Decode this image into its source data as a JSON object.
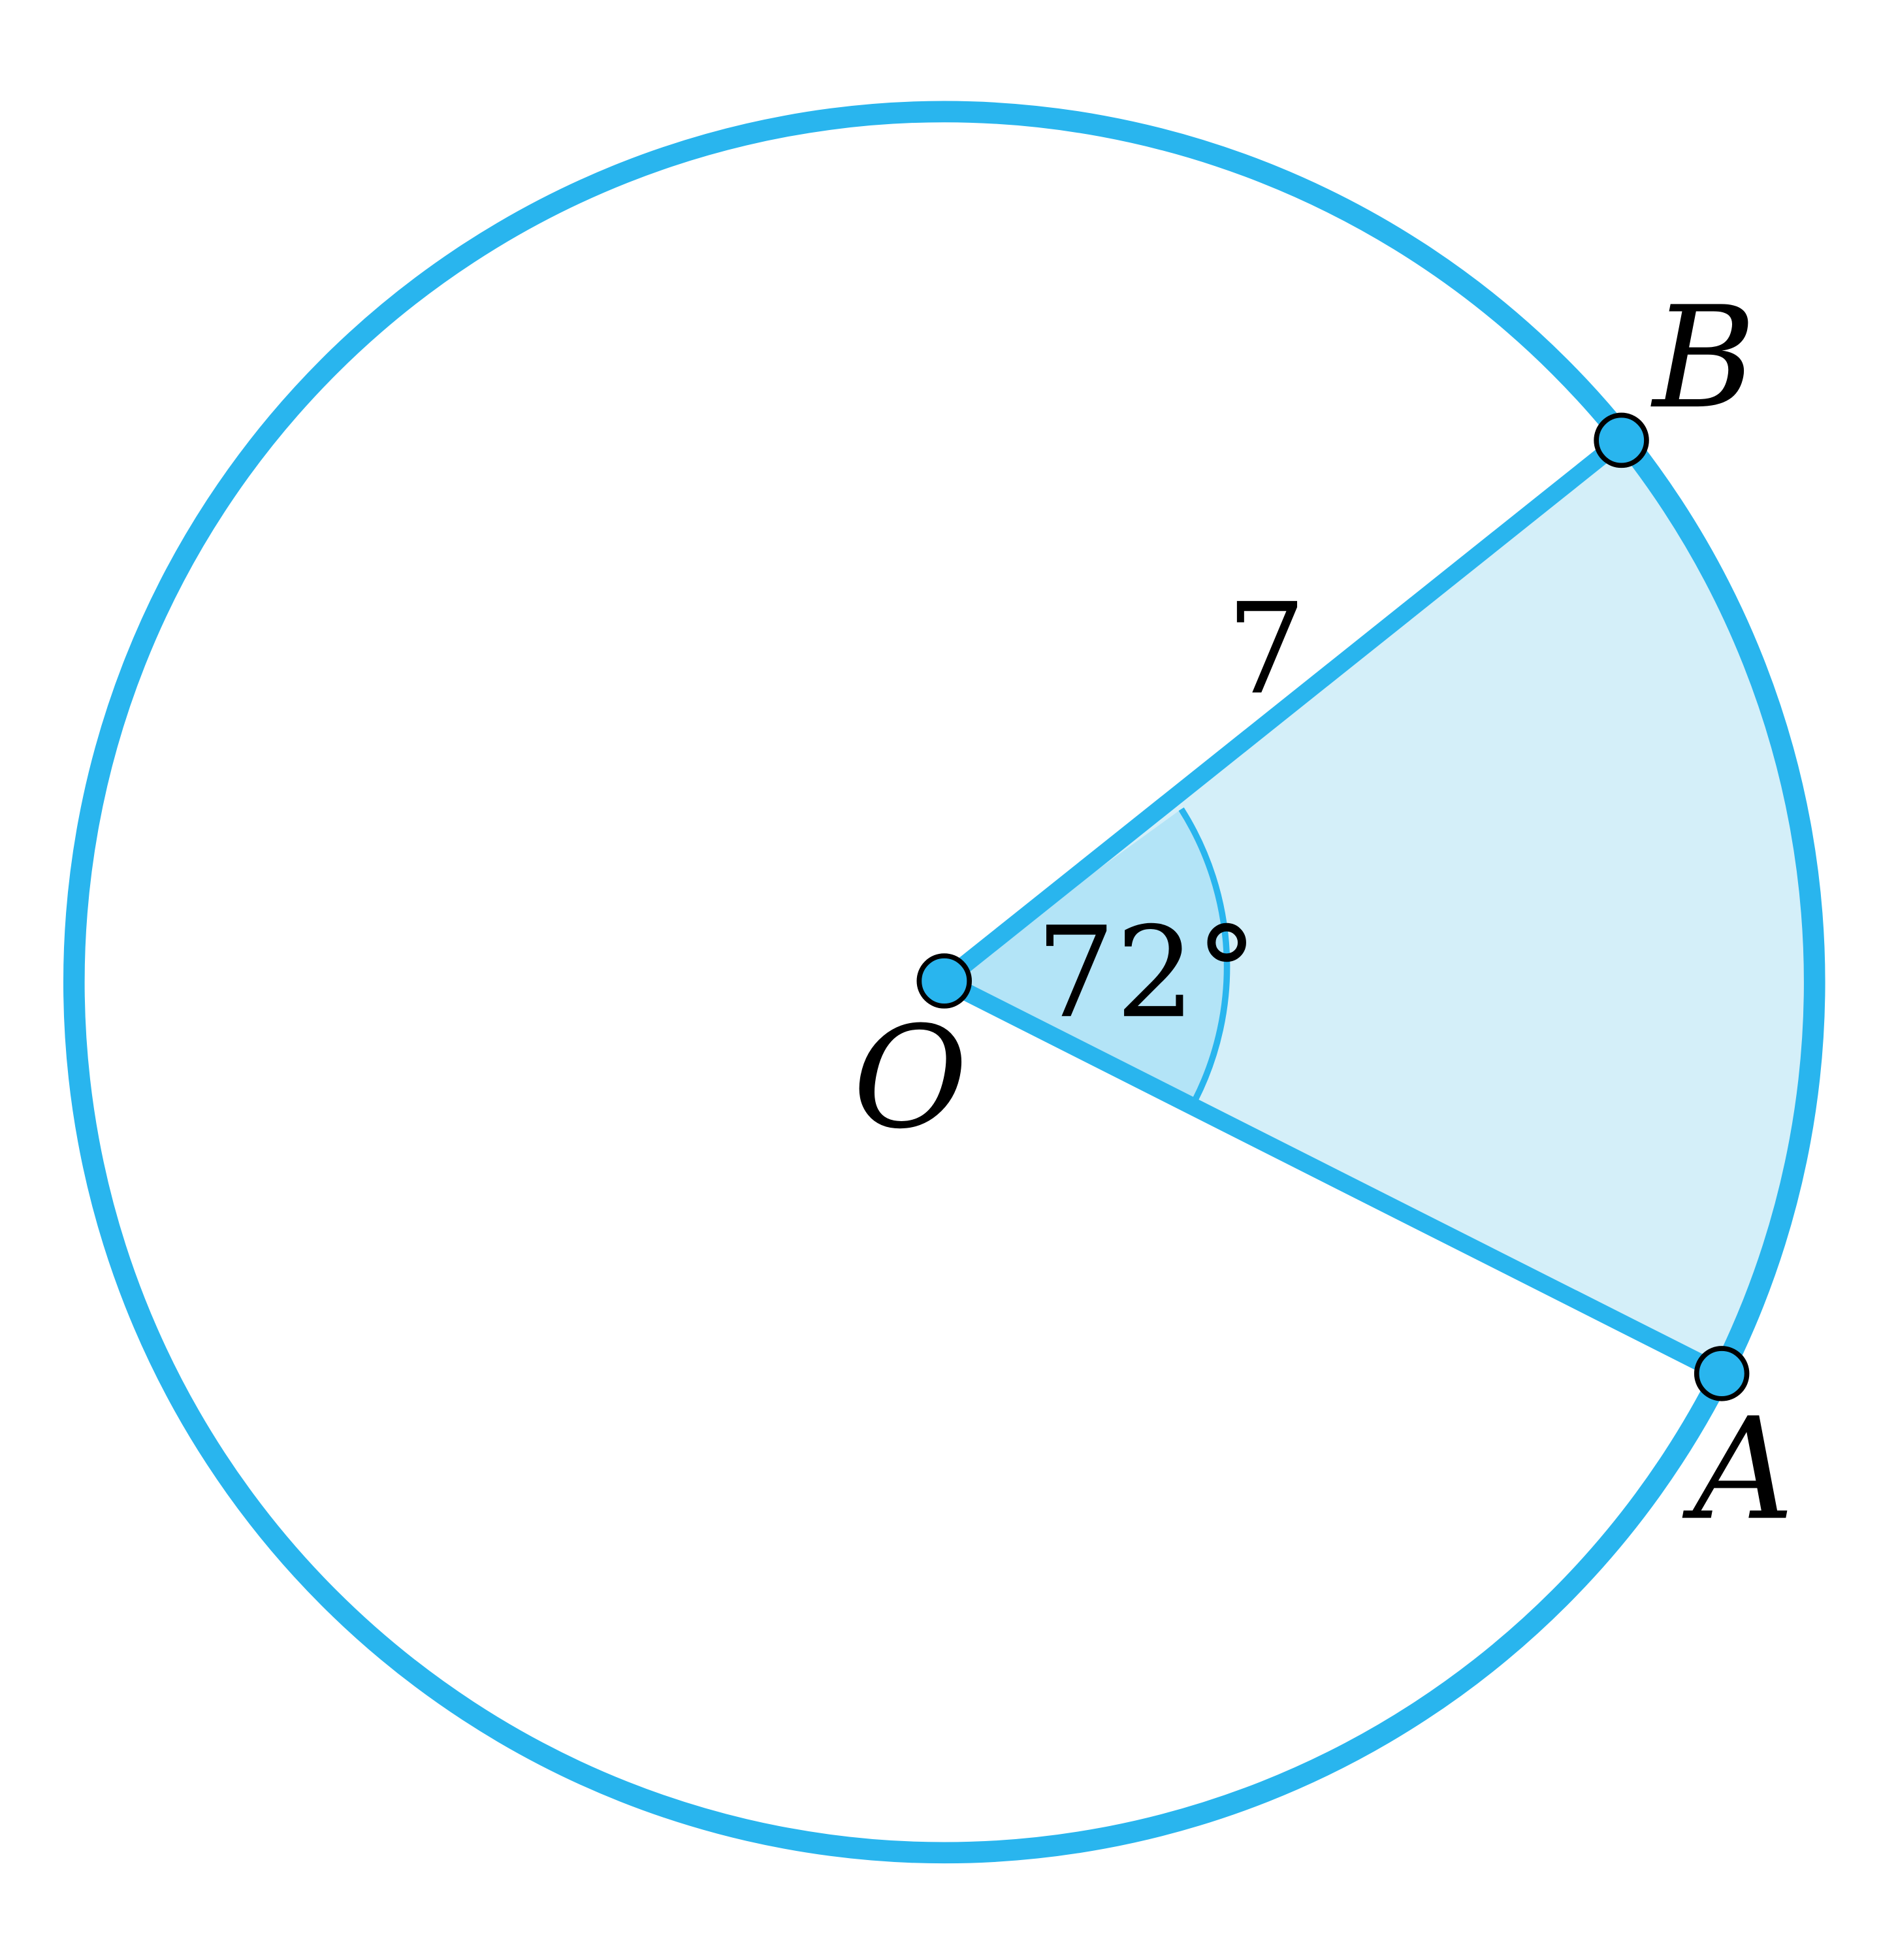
{
  "diagram": {
    "points": {
      "O": "O",
      "A": "A",
      "B": "B"
    },
    "radius_label": "7",
    "angle_label": "72°",
    "angle_degrees": 72,
    "colors": {
      "stroke": "#29b5ee",
      "sector_fill": "#d4eff9",
      "angle_fill": "#b3e4f7",
      "point_fill": "#29b5ee",
      "point_outline": "#000000"
    }
  }
}
